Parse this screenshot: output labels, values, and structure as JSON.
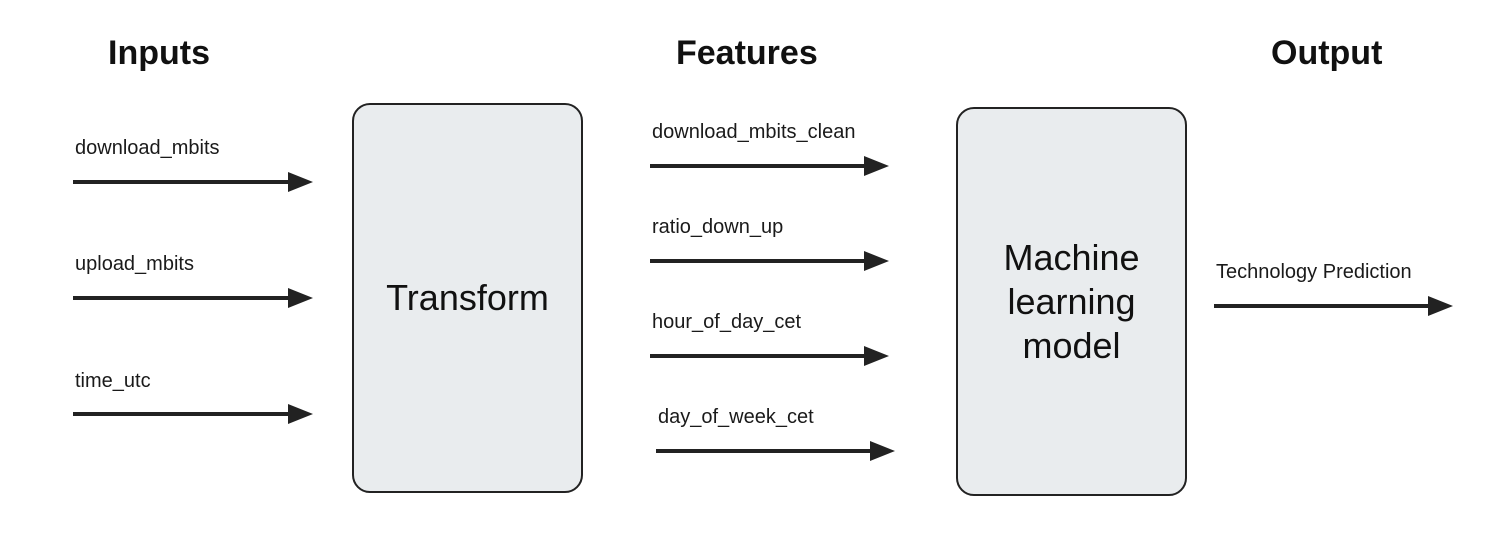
{
  "headings": {
    "inputs": "Inputs",
    "features": "Features",
    "output": "Output"
  },
  "inputs": [
    "download_mbits",
    "upload_mbits",
    "time_utc"
  ],
  "features": [
    "download_mbits_clean",
    "ratio_down_up",
    "hour_of_day_cet",
    "day_of_week_cet"
  ],
  "transform_box": {
    "label": "Transform"
  },
  "model_box": {
    "label": "Machine learning model"
  },
  "output": {
    "label": "Technology Prediction"
  },
  "colors": {
    "box_fill": "#e9ecee",
    "stroke": "#222222",
    "text": "#111111"
  }
}
